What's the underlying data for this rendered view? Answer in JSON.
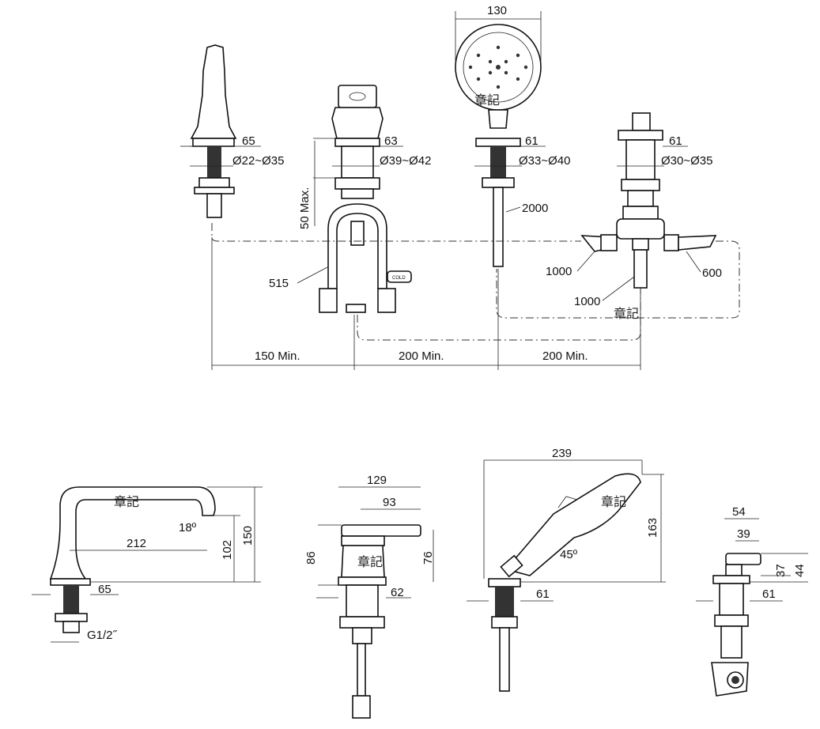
{
  "top_view": {
    "spout": {
      "dim_width": "65",
      "dim_hole": "Ø22~Ø35"
    },
    "valve": {
      "dim_width": "63",
      "dim_hole": "Ø39~Ø42",
      "dim_height": "50 Max.",
      "hose": "515",
      "knob_label": "COLD"
    },
    "hand_shower": {
      "dim_head": "130",
      "dim_width": "61",
      "dim_hole": "Ø33~Ø40",
      "hose": "2000"
    },
    "diverter": {
      "dim_width": "61",
      "dim_hole": "Ø30~Ø35",
      "hose_left": "1000",
      "hose_right": "600",
      "hose_bottom": "1000"
    },
    "spacing": [
      "150 Min.",
      "200 Min.",
      "200 Min."
    ]
  },
  "bottom_view": {
    "spout": {
      "dim_height": "150",
      "dim_reach": "212",
      "dim_angle": "18º",
      "dim_outlet": "102",
      "dim_width": "65",
      "thread": "G1/2˝"
    },
    "valve": {
      "dim_length": "129",
      "dim_lever": "93",
      "dim_height": "86",
      "dim_height_inner": "76",
      "dim_width": "62"
    },
    "hand_shower": {
      "dim_length": "239",
      "dim_height": "163",
      "dim_angle": "45º",
      "dim_width": "61"
    },
    "diverter": {
      "dim_length": "54",
      "dim_lever": "39",
      "dim_h1": "37",
      "dim_h2": "44",
      "dim_width": "61"
    }
  },
  "watermark": "章記"
}
